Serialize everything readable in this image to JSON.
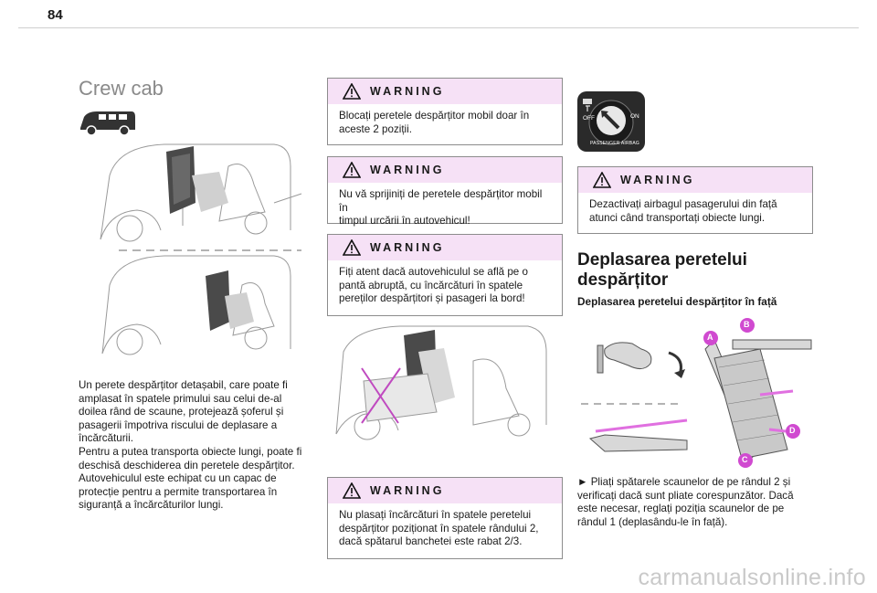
{
  "page_number": "84",
  "section_title": "Crew cab",
  "left_text": [
    "Un perete despărțitor detașabil, care poate fi",
    "amplasat în spatele primului sau celui de-al",
    "doilea rând de scaune, protejează șoferul și",
    "pasagerii împotriva riscului de deplasare a",
    "încărcăturii.",
    "Pentru a putea transporta obiecte lungi, poate fi",
    "deschisă deschiderea din peretele despărțitor.",
    "Autovehiculul este echipat cu un capac de",
    "protecție pentru a permite transportarea în",
    "siguranță a încărcăturilor lungi."
  ],
  "warnings": [
    {
      "label": "WARNING",
      "lines": [
        "Blocați peretele despărțitor mobil doar în",
        "aceste 2 poziții."
      ]
    },
    {
      "label": "WARNING",
      "lines": [
        "Nu vă sprijiniți de peretele despărțitor mobil în",
        "timpul urcării în autovehicul!"
      ]
    },
    {
      "label": "WARNING",
      "lines": [
        "Fiți atent dacă autovehiculul se află pe o",
        "pantă abruptă, cu încărcături în spatele",
        "pereților despărțitori și pasageri la bord!"
      ]
    },
    {
      "label": "WARNING",
      "lines": [
        "Nu plasați încărcături în spatele peretelui",
        "despărțitor poziționat în spatele rândului 2,",
        "dacă spătarul banchetei este rabat 2/3."
      ]
    },
    {
      "label": "WARNING",
      "lines": [
        "Dezactivați airbagul pasagerului din față",
        "atunci când transportați obiecte lungi."
      ]
    }
  ],
  "airbag_switch": {
    "off": "OFF",
    "on": "ON",
    "label": "PASSENGER AIRBAG"
  },
  "right_heading": [
    "Deplasarea peretelui",
    "despărțitor"
  ],
  "right_subheading": "Deplasarea peretelui despărțitor în față",
  "callouts": [
    "A",
    "B",
    "C",
    "D"
  ],
  "right_text": [
    "►  Pliați spătarele scaunelor de pe rândul 2 și",
    "verificați dacă sunt pliate corespunzător. Dacă",
    "este necesar, reglați poziția scaunelor de pe",
    "rândul 1 (deplasându-le în față)."
  ],
  "watermark": "carmanualsonline.info",
  "colors": {
    "warning_header": "#f6e1f6",
    "callout": "#d04ad0",
    "cross": "#c04ac0",
    "arrow": "#e070e0"
  }
}
